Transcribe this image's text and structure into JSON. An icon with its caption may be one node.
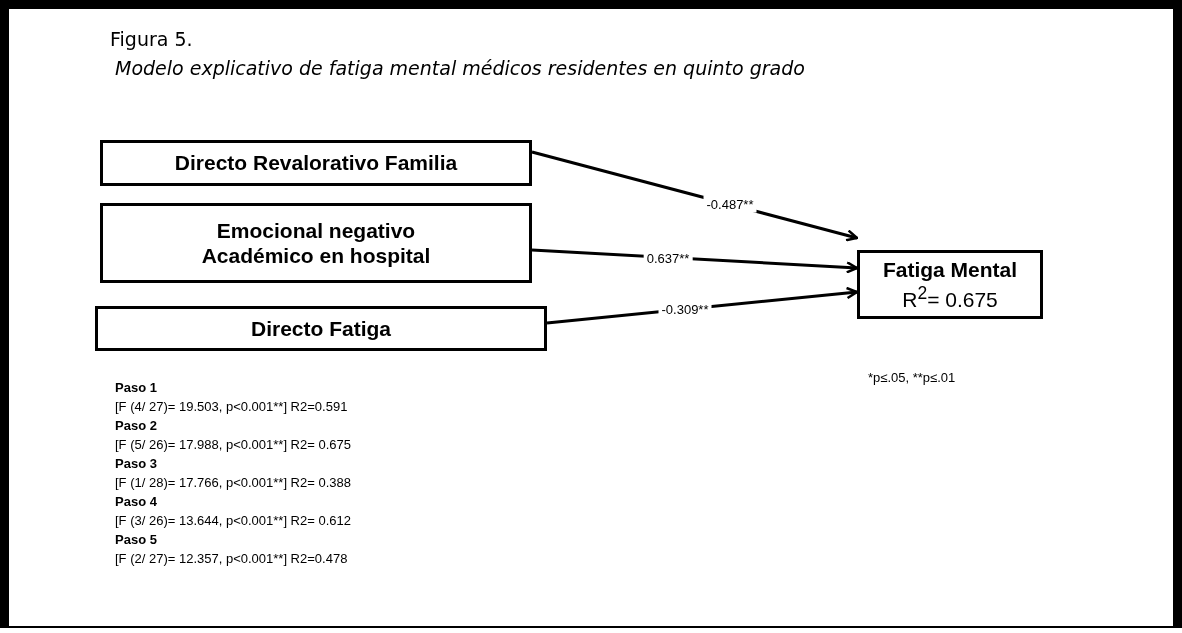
{
  "diagram": {
    "title": "Figura 5.",
    "caption": "Modelo explicativo de fatiga mental médicos residentes en quinto grado",
    "nodes": [
      {
        "text": [
          "Directo Revalorativo Familia"
        ]
      },
      {
        "text": [
          "Emocional negativo Académico en hospital"
        ]
      },
      {
        "text": [
          "Directo Fatiga"
        ]
      },
      {
        "text": [
          "Fatiga Mental",
          "R$^{2}$= 0.675"
        ]
      }
    ],
    "edges": [
      {
        "from": 0,
        "to": 3,
        "arrow": "to",
        "label": "-0.487**"
      },
      {
        "from": 1,
        "to": 3,
        "arrow": "to",
        "label": "0.637**"
      },
      {
        "from": 2,
        "to": 3,
        "arrow": "to",
        "label": "-0.309**"
      }
    ],
    "labels": [
      "*p≤.05, **p≤.01",
      "Paso 1",
      "[F (4/ 27)= 19.503, p<0.001**] R2=0.591",
      "Paso 2",
      "[F (5/ 26)= 17.988, p<0.001**] R2= 0.675",
      "Paso 3",
      "[F (1/ 28)= 17.766, p<0.001**] R2= 0.388",
      "Paso 4",
      "[F (3/ 26)= 13.644, p<0.001**] R2= 0.612",
      "Paso 5",
      "[F (2/ 27)= 12.357, p<0.001**] R2=0.478"
    ]
  }
}
